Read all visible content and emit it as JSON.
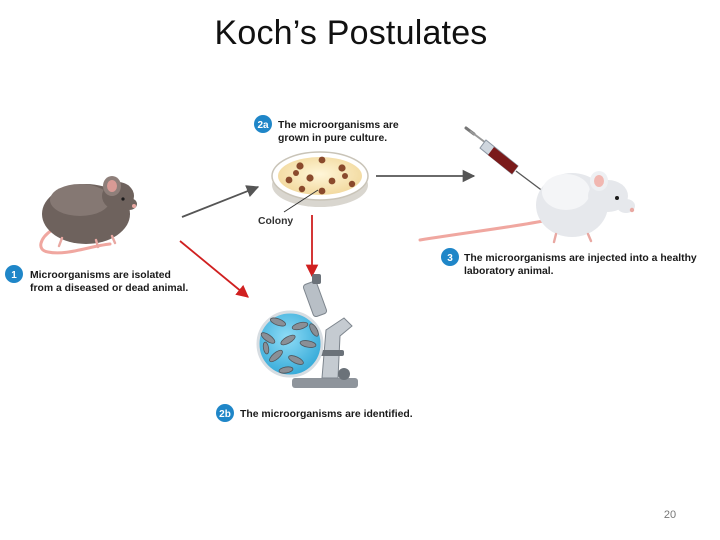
{
  "title": "Koch’s Postulates",
  "page_number": "20",
  "steps": [
    {
      "badge": "1",
      "lines": [
        "Microorganisms are isolated",
        "from a diseased or dead animal."
      ]
    },
    {
      "badge": "2a",
      "lines": [
        "The microorganisms are",
        "grown in pure culture."
      ]
    },
    {
      "badge": "2b",
      "lines": [
        "The microorganisms are identified."
      ]
    },
    {
      "badge": "3",
      "lines": [
        "The microorganisms are injected into a healthy",
        "laboratory animal."
      ]
    }
  ],
  "colony_label": "Colony",
  "colors": {
    "badge_blue": "#1f86c8",
    "arrow_gray": "#555555",
    "arrow_red": "#d02020",
    "diseased_mouse": "#6e625d",
    "healthy_mouse": "#e6e8ec",
    "colony_brown": "#8a4a2c",
    "microscope_view": "#5bc4ea"
  },
  "icons": [
    "diseased-mouse-icon",
    "petri-dish-icon",
    "microscope-icon",
    "syringe-icon",
    "healthy-mouse-icon"
  ]
}
